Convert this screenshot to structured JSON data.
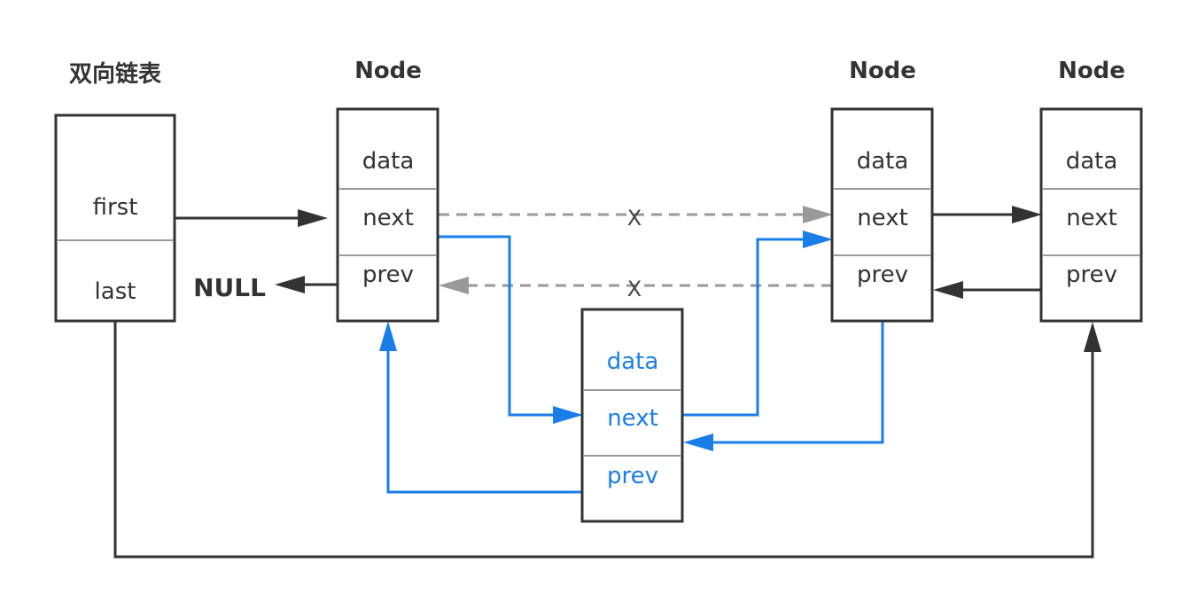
{
  "list": {
    "title": "双向链表",
    "fields": [
      "first",
      "last"
    ]
  },
  "nodes": [
    {
      "title": "Node",
      "fields": [
        "data",
        "next",
        "prev"
      ]
    },
    {
      "title": "",
      "fields": [
        "data",
        "next",
        "prev"
      ]
    },
    {
      "title": "Node",
      "fields": [
        "data",
        "next",
        "prev"
      ]
    },
    {
      "title": "Node",
      "fields": [
        "data",
        "next",
        "prev"
      ]
    }
  ],
  "null_label": "NULL",
  "removed_marks": [
    "X",
    "X"
  ],
  "colors": {
    "dark": "#333333",
    "new_link": "#1a7ee8",
    "removed_link": "#999999",
    "divider": "#9a9a9a"
  }
}
